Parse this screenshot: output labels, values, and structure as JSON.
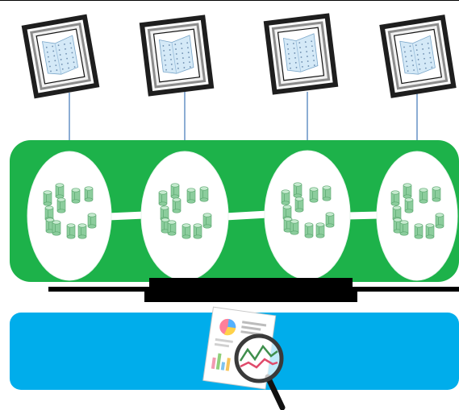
{
  "colors": {
    "band_green": "#1db24a",
    "band_blue": "#00adeb",
    "connector": "#4f81bd",
    "frame_outer": "#1e1e1e",
    "frame_inner": "#8c8c8c",
    "sheet": "#d4e9f7",
    "cylinder": "#8ccd9d",
    "cylinder_top": "#c7ebd0",
    "arrow": "#000000"
  },
  "documents": [
    {
      "icon": "map-document-icon"
    },
    {
      "icon": "map-document-icon"
    },
    {
      "icon": "map-document-icon"
    },
    {
      "icon": "map-document-icon"
    }
  ],
  "clusters": [
    {
      "icon": "data-cylinders-icon",
      "item_count": 11
    },
    {
      "icon": "data-cylinders-icon",
      "item_count": 11
    },
    {
      "icon": "data-cylinders-icon",
      "item_count": 11
    },
    {
      "icon": "data-cylinders-icon",
      "item_count": 11
    }
  ],
  "result": {
    "icon": "report-with-magnifier-icon"
  }
}
